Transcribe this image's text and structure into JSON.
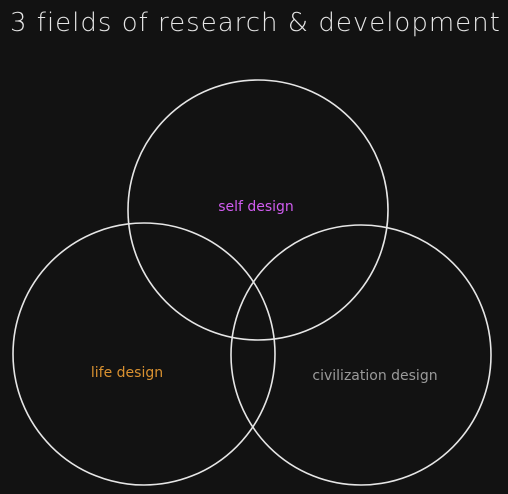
{
  "title": "3 fields of research & development",
  "circles": [
    {
      "label": "self design",
      "color": "#d05cf0"
    },
    {
      "label": "life design",
      "color": "#d99130"
    },
    {
      "label": "civilization design",
      "color": "#9a9a9a"
    }
  ],
  "colors": {
    "background": "#121212",
    "stroke": "#e6e6e6",
    "title": "#e6e6e6"
  }
}
